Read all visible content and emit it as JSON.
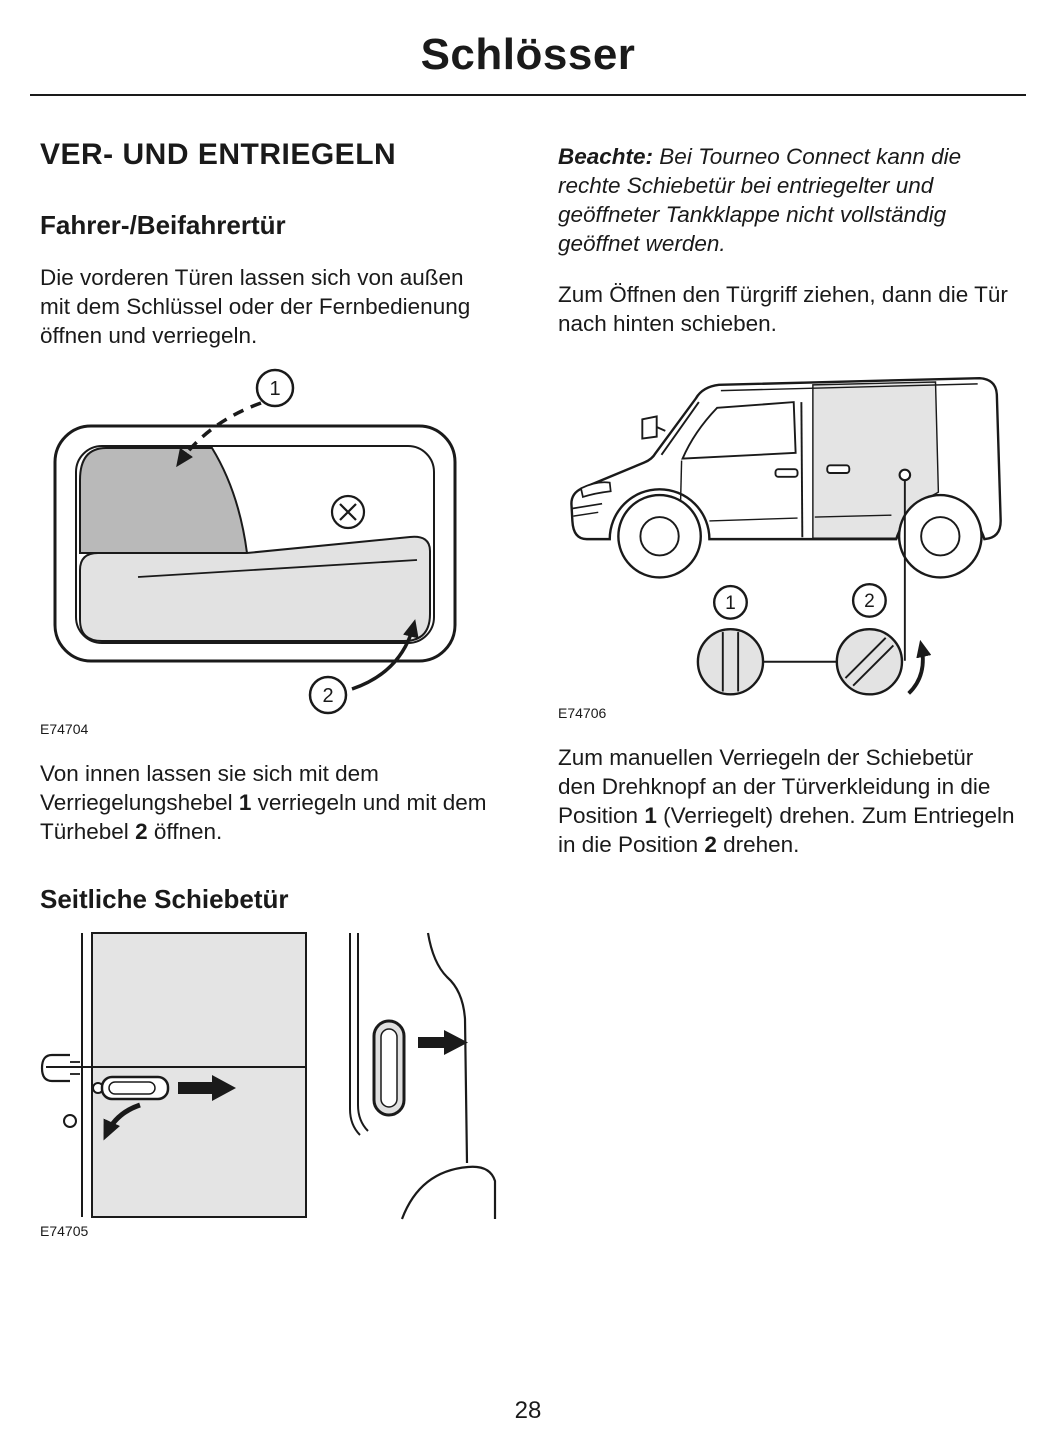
{
  "header": {
    "title": "Schlösser"
  },
  "left": {
    "section_heading": "VER- UND ENTRIEGELN",
    "sub_heading_1": "Fahrer-/Beifahrertür",
    "para_front_doors": "Die vorderen Türen lassen sich von außen mit dem Schlüssel oder der Fernbedienung öffnen und verriegeln.",
    "figure_door_handle": {
      "label": "E74704",
      "callout_1": "1",
      "callout_2": "2"
    },
    "para_inner": {
      "t1": "Von innen lassen sie sich mit dem Verriegelungshebel ",
      "b1": "1",
      "t2": " verriegeln und mit dem Türhebel ",
      "b2": "2",
      "t3": " öffnen."
    },
    "sub_heading_2": "Seitliche Schiebetür",
    "figure_sliding_door": {
      "label": "E74705"
    }
  },
  "right": {
    "note": {
      "label": "Beachte:",
      "text": " Bei Tourneo Connect kann die rechte Schiebetür bei entriegelter und geöffneter Tankklappe nicht vollständig geöffnet werden."
    },
    "para_open": "Zum Öffnen den Türgriff ziehen, dann die Tür nach hinten schieben.",
    "figure_van": {
      "label": "E74706",
      "callout_1": "1",
      "callout_2": "2"
    },
    "para_manual_lock": {
      "t1": "Zum manuellen Verriegeln der Schiebetür den Drehknopf an der Türverkleidung in die Position ",
      "b1": "1",
      "t2": " (Verriegelt) drehen. Zum Entriegeln in die Position ",
      "b2": "2",
      "t3": " drehen."
    }
  },
  "footer": {
    "page_number": "28"
  }
}
